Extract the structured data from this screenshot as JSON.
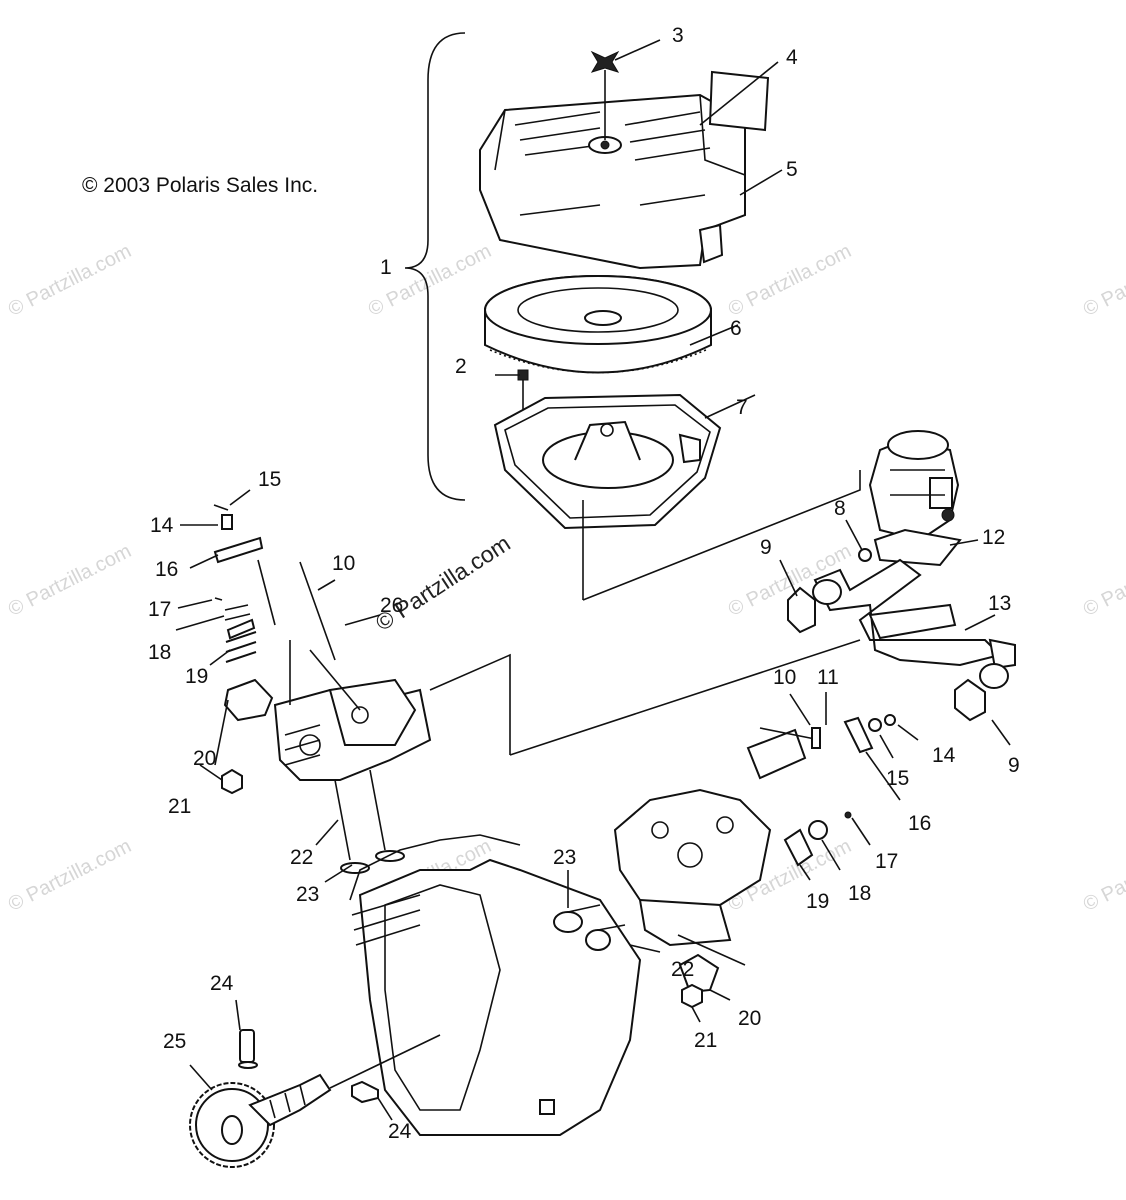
{
  "copyright": "© 2003 Polaris Sales Inc.",
  "watermark_text": "© Partzilla.com",
  "callouts": [
    "1",
    "2",
    "3",
    "4",
    "5",
    "6",
    "7",
    "8",
    "9",
    "9",
    "10",
    "10",
    "11",
    "12",
    "13",
    "14",
    "14",
    "15",
    "15",
    "16",
    "16",
    "17",
    "17",
    "18",
    "18",
    "19",
    "19",
    "20",
    "20",
    "21",
    "21",
    "22",
    "22",
    "23",
    "23",
    "24",
    "24",
    "25",
    "26"
  ]
}
